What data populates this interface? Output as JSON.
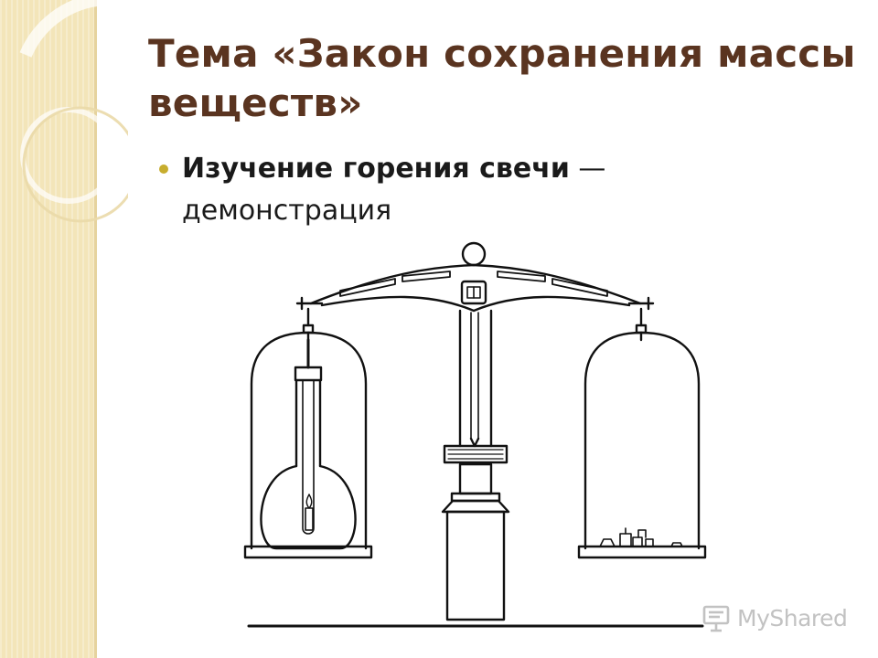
{
  "slide": {
    "title": "Тема «Закон сохранения массы веществ»",
    "bullet": {
      "strong": "Изучение горения свечи",
      "rest": " — демонстрация"
    }
  },
  "illustration": {
    "left_vessel": "bell-jar-with-flask-and-candle",
    "right_vessel": "bell-jar-with-weights"
  },
  "watermark": {
    "logo_icon": "presentation-board-icon",
    "text": "MyShared"
  },
  "colors": {
    "title": "#5a3420",
    "bullet_dot": "#c7ad2e",
    "side_strip": "#f3e5b9",
    "watermark": "#c2c2c2"
  }
}
